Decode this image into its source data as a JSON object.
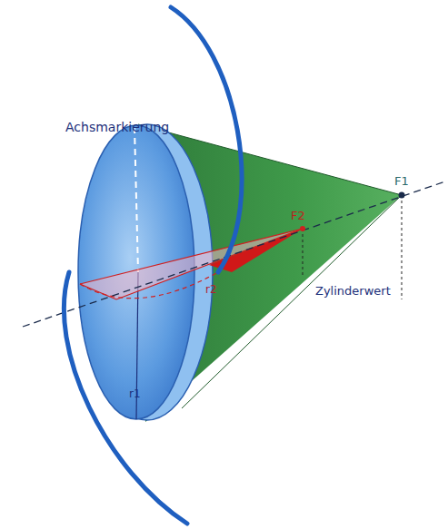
{
  "diagram": {
    "labels": [
      "Achsmarkierung",
      "F1",
      "F2",
      "r2",
      "r1",
      "Zylinderwert"
    ]
  }
}
